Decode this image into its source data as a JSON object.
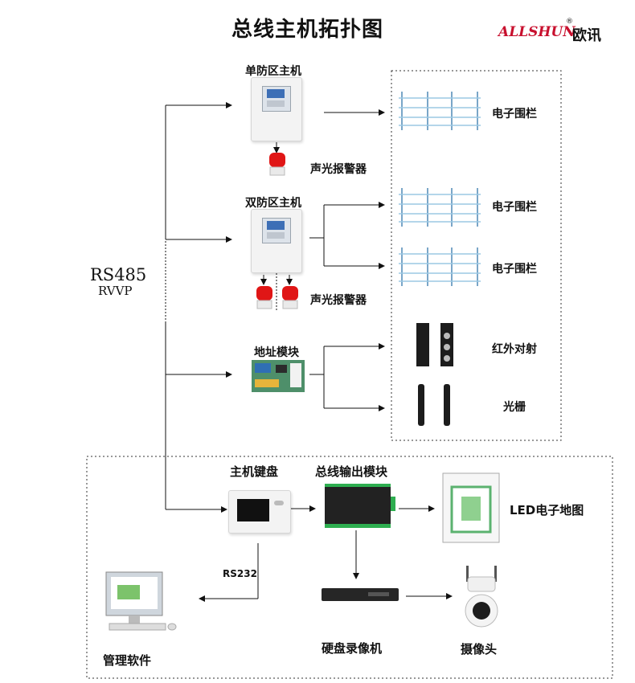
{
  "title": "总线主机拓扑图",
  "logo": {
    "brand_en": "ALLSHUN",
    "brand_cn": "欧讯",
    "reg_mark": "®"
  },
  "bus": {
    "label": "RS485",
    "cable": "RVVP"
  },
  "nodes": {
    "single_host": "单防区主机",
    "dual_host": "双防区主机",
    "address_module": "地址模块",
    "host_keyboard": "主机键盘",
    "bus_output_module": "总线输出模块",
    "led_map": "LED电子地图",
    "management_software": "管理软件",
    "nvr": "硬盘录像机",
    "camera": "摄像头"
  },
  "devices": {
    "fence_1": "电子围栏",
    "fence_2": "电子围栏",
    "fence_3": "电子围栏",
    "alarm_1": "声光报警器",
    "alarm_2": "声光报警器",
    "infrared": "红外对射",
    "light_curtain": "光栅"
  },
  "links": {
    "rs232": "RS232"
  }
}
